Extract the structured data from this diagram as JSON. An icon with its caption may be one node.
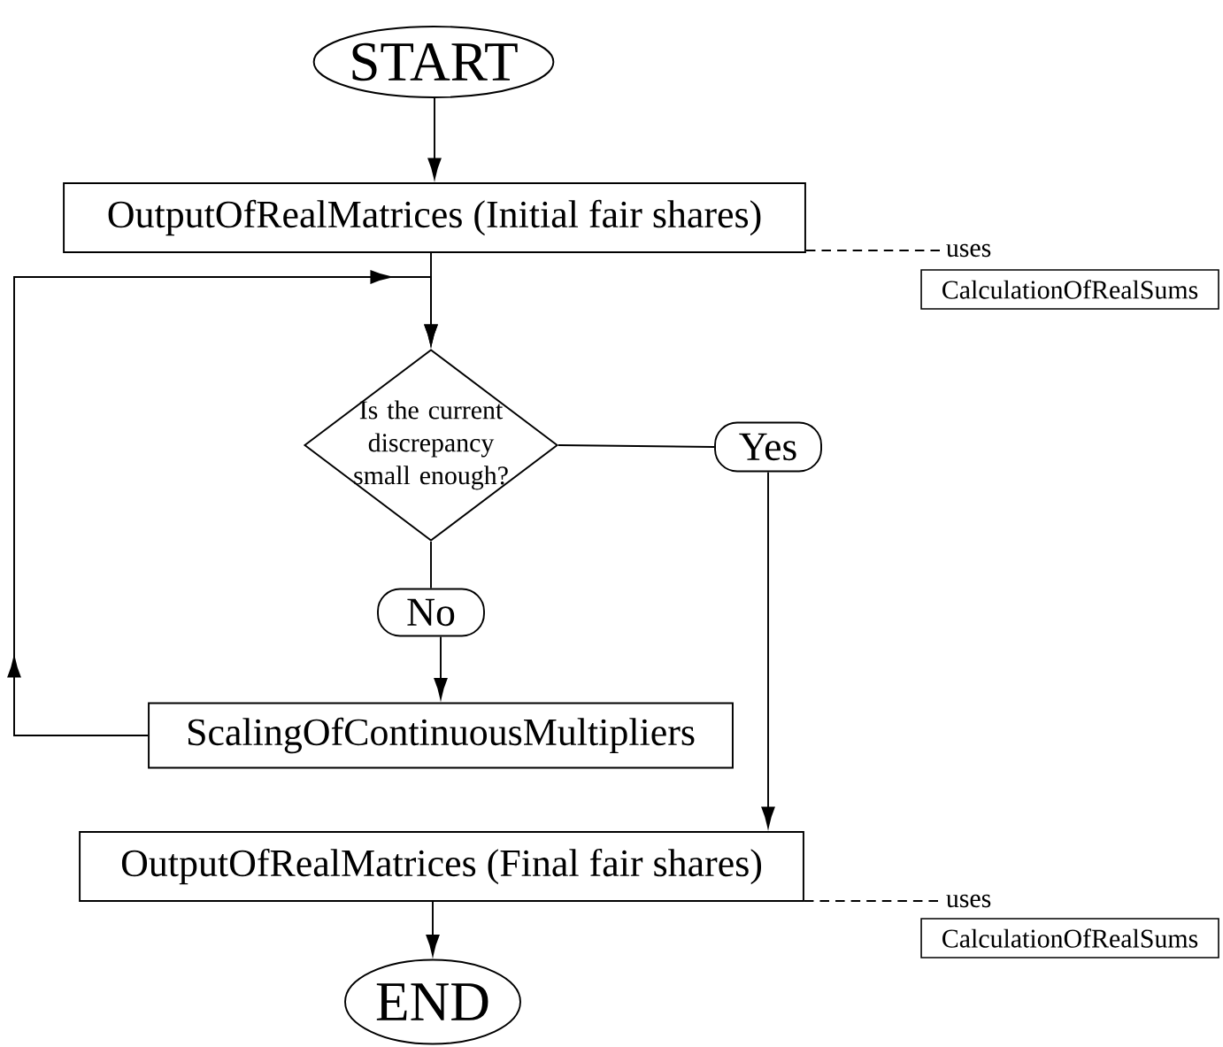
{
  "diagram": {
    "nodes": [
      {
        "text": [
          "START"
        ]
      },
      {
        "text": [
          "OutputOfRealMatrices (Initial fair shares)"
        ]
      },
      {
        "text": [
          "Is the current discrepancy small enough?"
        ]
      },
      {
        "text": [
          "Yes"
        ]
      },
      {
        "text": [
          "No"
        ]
      },
      {
        "text": [
          "ScalingOfContinuousMultipliers"
        ]
      },
      {
        "text": [
          "OutputOfRealMatrices (Final fair shares)"
        ]
      },
      {
        "text": [
          "END"
        ]
      },
      {
        "text": [
          "uses"
        ]
      },
      {
        "text": [
          "CalculationOfRealSums"
        ]
      },
      {
        "text": [
          "uses"
        ]
      },
      {
        "text": [
          "CalculationOfRealSums"
        ]
      }
    ],
    "edges": [
      {
        "from": 0,
        "to": 1,
        "arrow": "to"
      },
      {
        "from": 1,
        "to": 2,
        "arrow": "to"
      },
      {
        "from": 2,
        "to": 3,
        "arrow": "none"
      },
      {
        "from": 3,
        "to": 6,
        "arrow": "to"
      },
      {
        "from": 2,
        "to": 4,
        "arrow": "none"
      },
      {
        "from": 4,
        "to": 5,
        "arrow": "to"
      },
      {
        "from": 5,
        "to": 2,
        "arrow": "to"
      },
      {
        "from": 6,
        "to": 7,
        "arrow": "to"
      },
      {
        "from": 1,
        "to": 8,
        "arrow": "none",
        "style": "dashed"
      },
      {
        "from": 6,
        "to": 10,
        "arrow": "none",
        "style": "dashed"
      }
    ]
  }
}
